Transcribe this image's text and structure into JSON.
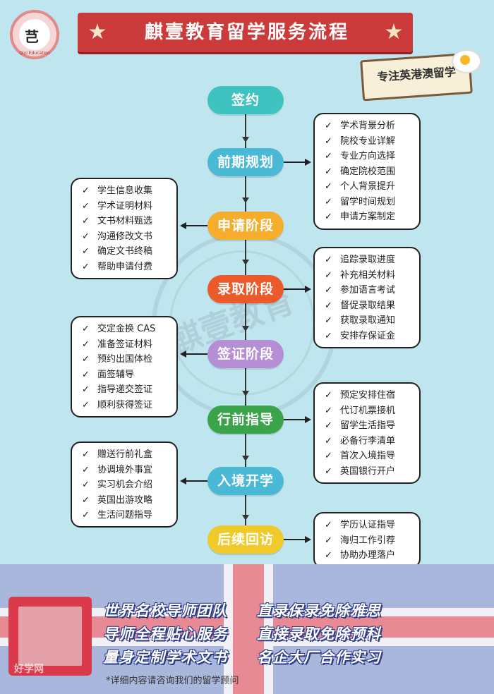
{
  "header": {
    "title": "麒壹教育留学服务流程",
    "star_left": "★",
    "star_right": "★",
    "logo_text": "Qiyi Education",
    "logo_glyph": "芑",
    "sign_text": "专注英港澳留学"
  },
  "watermark": "麒壹教育",
  "steps": [
    {
      "label": "签约",
      "color": "#3ec3c0"
    },
    {
      "label": "前期规划",
      "color": "#49b9d6"
    },
    {
      "label": "申请阶段",
      "color": "#f6ad2c"
    },
    {
      "label": "录取阶段",
      "color": "#ec5a2c"
    },
    {
      "label": "签证阶段",
      "color": "#b58ed6"
    },
    {
      "label": "行前指导",
      "color": "#3aa44a"
    },
    {
      "label": "入境开学",
      "color": "#49b9d6"
    },
    {
      "label": "后续回访",
      "color": "#f0c92a"
    }
  ],
  "boxes": {
    "planning": [
      "学术背景分析",
      "院校专业详解",
      "专业方向选择",
      "确定院校范围",
      "个人背景提升",
      "留学时间规划",
      "申请方案制定"
    ],
    "application": [
      "学生信息收集",
      "学术证明材料",
      "文书材料甄选",
      "沟通修改文书",
      "确定文书终稿",
      "帮助申请付费"
    ],
    "admission": [
      "追踪录取进度",
      "补充相关材料",
      "参加语言考试",
      "督促录取结果",
      "获取录取通知",
      "安排存保证金"
    ],
    "visa": [
      "交定金换 CAS",
      "准备签证材料",
      "预约出国体检",
      "面签辅导",
      "指导递交签证",
      "顺利获得签证"
    ],
    "predeparture": [
      "预定安排住宿",
      "代订机票接机",
      "留学生活指导",
      "必备行李清单",
      "首次入境指导",
      "英国银行开户"
    ],
    "enrollment": [
      "赠送行前礼盒",
      "协调境外事宜",
      "实习机会介绍",
      "英国出游攻略",
      "生活问题指导"
    ],
    "followup": [
      "学历认证指导",
      "海归工作引荐",
      "协助办理落户"
    ]
  },
  "slogans": {
    "left": [
      "世界名校导师团队",
      "导师全程贴心服务",
      "量身定制学术文书"
    ],
    "right": [
      "直录保录免除雅思",
      "直接录取免除预科",
      "名企大厂合作实习"
    ]
  },
  "footnote": "*详细内容请咨询我们的留学顾问",
  "corner_watermark": "好学网"
}
